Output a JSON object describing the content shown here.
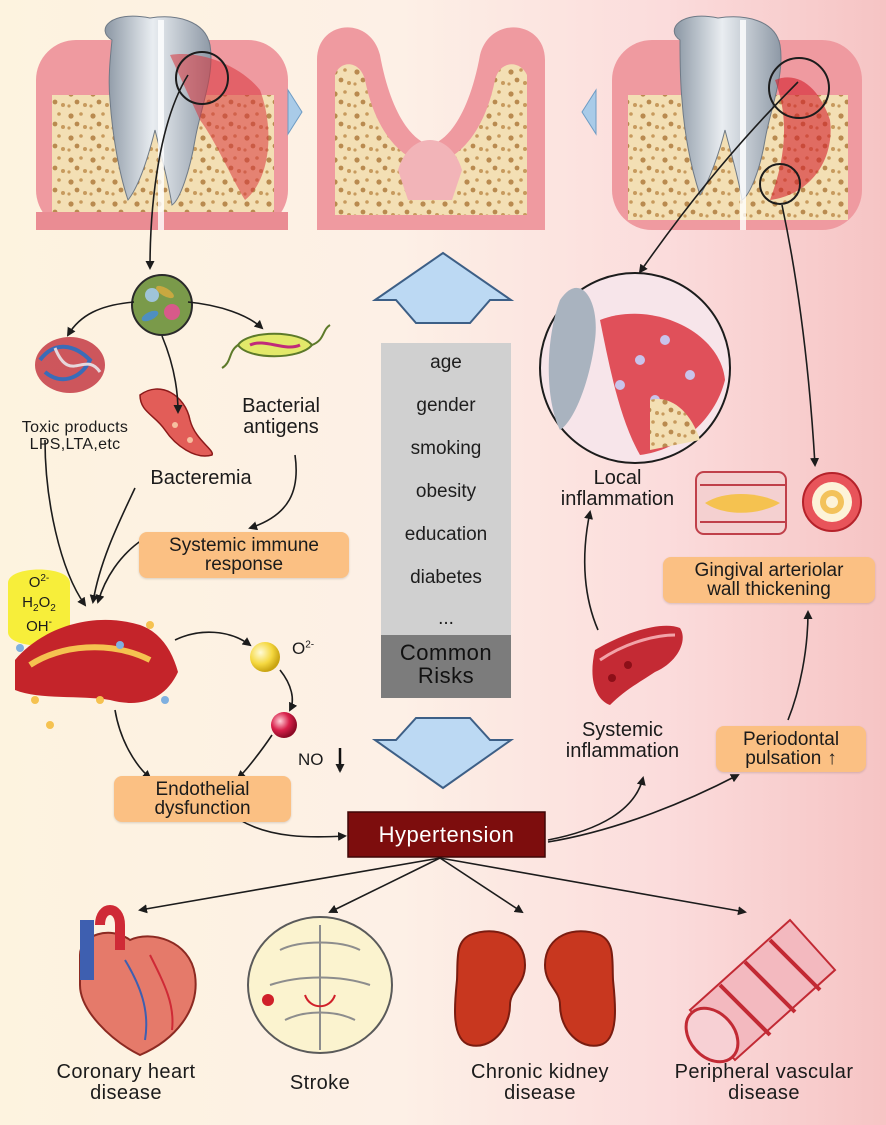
{
  "labels": {
    "toxic_products_line1": "Toxic products",
    "toxic_products_line2": "LPS,LTA,etc",
    "bacterial_antigens_line1": "Bacterial",
    "bacterial_antigens_line2": "antigens",
    "bacteremia": "Bacteremia",
    "systemic_immune_line1": "Systemic immune",
    "systemic_immune_line2": "response",
    "ros_o2": "O",
    "ros_o2_sup": "2-",
    "ros_h2o2_h": "H",
    "ros_h2o2_2a": "2",
    "ros_h2o2_o": "O",
    "ros_h2o2_2b": "2",
    "ros_oh": "OH",
    "ros_oh_sup": "-",
    "superoxide": "O",
    "superoxide_sup": "2-",
    "no_label": "NO",
    "endothelial_line1": "Endothelial",
    "endothelial_line2": "dysfunction",
    "hypertension": "Hypertension",
    "local_inflammation_line1": "Local",
    "local_inflammation_line2": "inflammation",
    "gingival_line1": "Gingival arteriolar",
    "gingival_line2": "wall thickening",
    "systemic_inflammation_line1": "Systemic",
    "systemic_inflammation_line2": "inflammation",
    "periodontal_line1": "Periodontal",
    "periodontal_line2": "pulsation"
  },
  "risks": {
    "items": [
      "age",
      "gender",
      "smoking",
      "obesity",
      "education",
      "diabetes",
      "..."
    ],
    "title_line1": "Common",
    "title_line2": "Risks"
  },
  "diseases": [
    {
      "line1": "Coronary heart",
      "line2": "disease"
    },
    {
      "line1": "Stroke",
      "line2": ""
    },
    {
      "line1": "Chronic kidney",
      "line2": "disease"
    },
    {
      "line1": "Peripheral vascular",
      "line2": "disease"
    }
  ],
  "colors": {
    "gum": "#e9838a",
    "bone": "#f1ddb0",
    "tooth": "#bfc6cf",
    "orange_box": "#fbc083",
    "hypertension_box": "#7d0d0d",
    "arrow_blue": "#bcd9f3",
    "risk_panel": "#cfcfcf",
    "risk_title": "#7d7d7d"
  }
}
